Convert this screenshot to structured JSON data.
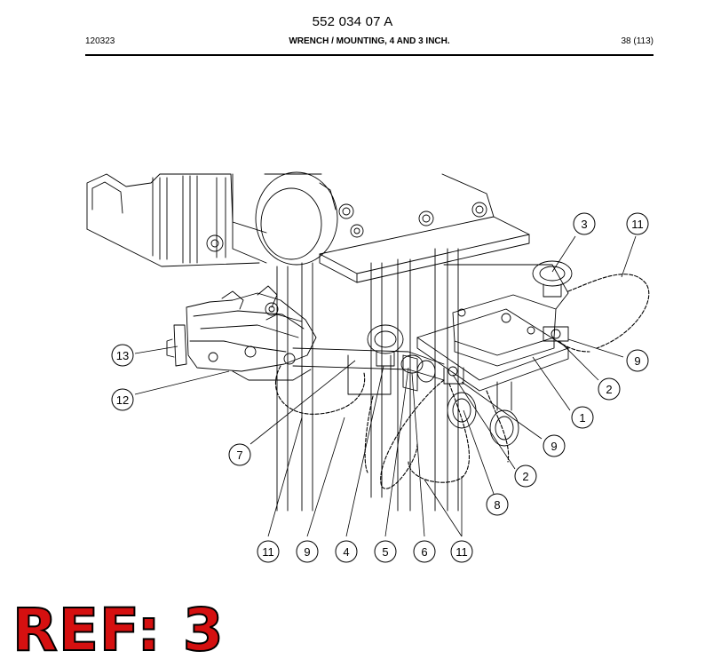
{
  "header": {
    "doc_number": "552 034 07 A",
    "date_code": "120323",
    "title": "WRENCH / MOUNTING, 4 AND 3 INCH.",
    "page": "38 (113)"
  },
  "callouts": [
    "3",
    "11",
    "13",
    "12",
    "9",
    "2",
    "1",
    "9",
    "7",
    "2",
    "8",
    "11",
    "9",
    "4",
    "5",
    "6",
    "11"
  ],
  "overlay": {
    "ref_label": "REF: 3",
    "ref_color": "#d51010"
  }
}
